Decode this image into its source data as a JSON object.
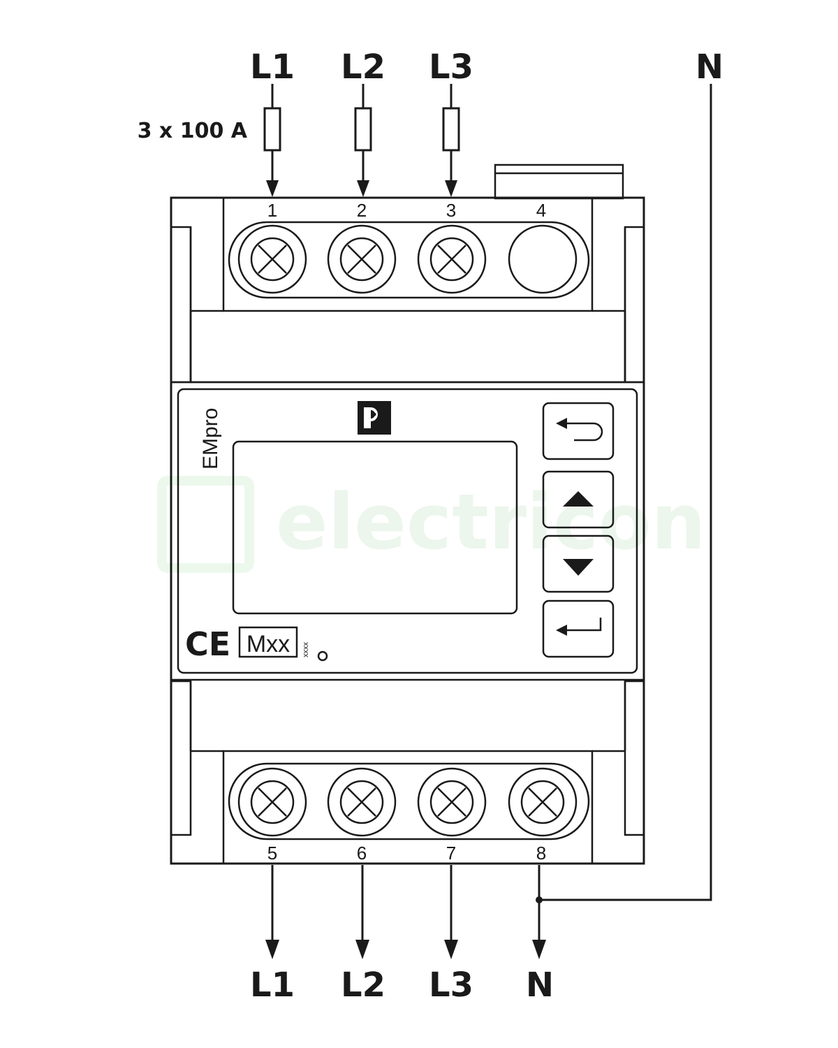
{
  "top_labels": {
    "l1": "L1",
    "l2": "L2",
    "l3": "L3",
    "n": "N"
  },
  "bottom_labels": {
    "l1": "L1",
    "l2": "L2",
    "l3": "L3",
    "n": "N"
  },
  "fuse_label": "3 x 100 A",
  "terminal_numbers": {
    "top": [
      "1",
      "2",
      "3",
      "4"
    ],
    "bottom": [
      "5",
      "6",
      "7",
      "8"
    ]
  },
  "device": {
    "brand_text": "EMpro",
    "mark_ce": "CE",
    "mark_metrology": "Mxx",
    "mark_metrology_sub": "xxxx"
  },
  "buttons": [
    "back-icon",
    "arrow-up-icon",
    "arrow-down-icon",
    "enter-icon"
  ],
  "watermark": "electricon"
}
